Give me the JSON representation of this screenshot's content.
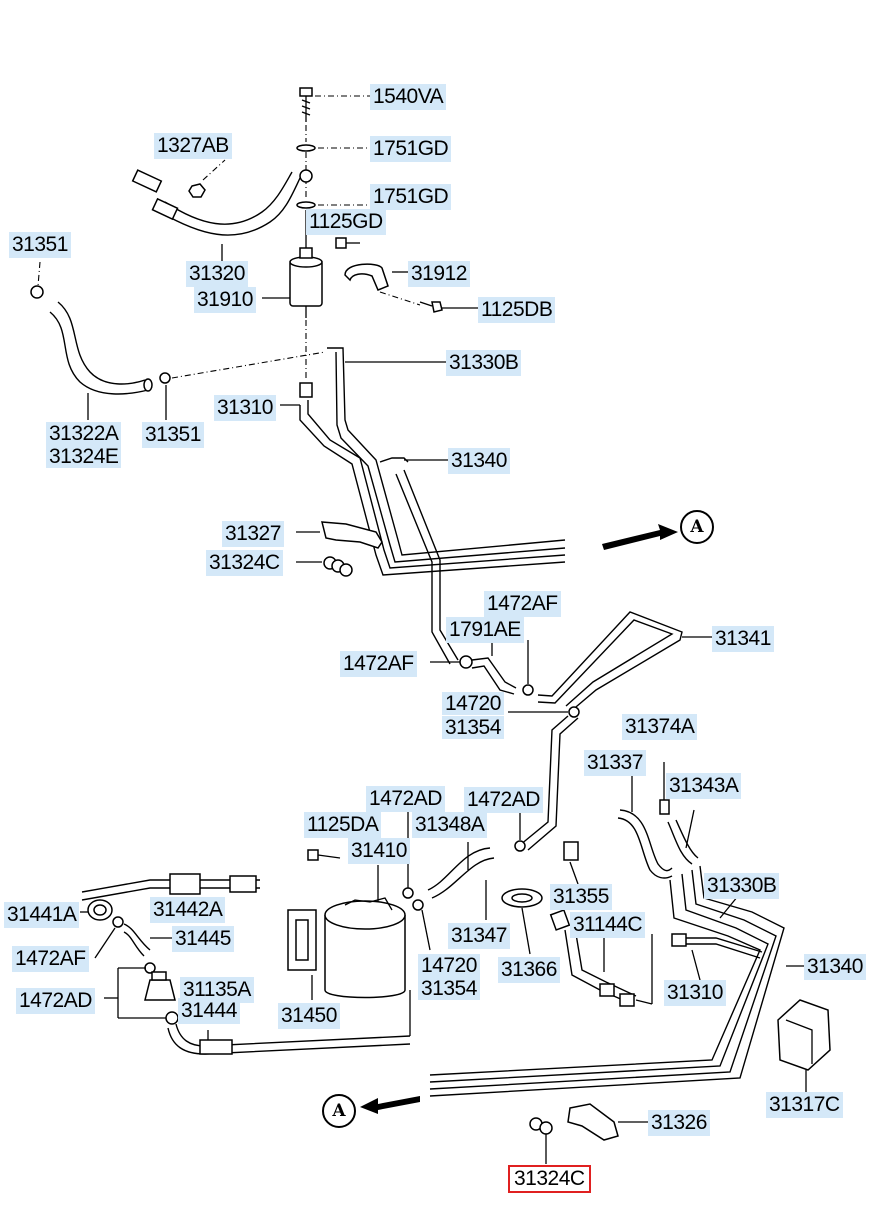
{
  "labels": {
    "p1540VA": "1540VA",
    "p1751GD_a": "1751GD",
    "p1751GD_b": "1751GD",
    "p1327AB": "1327AB",
    "p1125GD": "1125GD",
    "p31912": "31912",
    "p31320": "31320",
    "p31910": "31910",
    "p1125DB": "1125DB",
    "p31351_a": "31351",
    "p31330B_a": "31330B",
    "p31310_a": "31310",
    "p31322A": "31322A",
    "p31324E": "31324E",
    "p31351_b": "31351",
    "p31340_a": "31340",
    "p31327": "31327",
    "p31324C_a": "31324C",
    "p1472AF_a": "1472AF",
    "p1791AE": "1791AE",
    "p31341": "31341",
    "p1472AF_b": "1472AF",
    "p14720_a": "14720",
    "p31354_a": "31354",
    "p31374A": "31374A",
    "p31337": "31337",
    "p31343A": "31343A",
    "p1472AD_a": "1472AD",
    "p1472AD_b": "1472AD",
    "p1125DA": "1125DA",
    "p31348A": "31348A",
    "p31410": "31410",
    "p31355": "31355",
    "p31330B_b": "31330B",
    "p31441A": "31441A",
    "p31442A": "31442A",
    "p31144C": "31144C",
    "p31347": "31347",
    "p31445": "31445",
    "p1472AF_c": "1472AF",
    "p31366": "31366",
    "p14720_b": "14720",
    "p31310_b": "31310",
    "p31340_b": "31340",
    "p31354_b": "31354",
    "p31135A": "31135A",
    "p1472AD_c": "1472AD",
    "p31444": "31444",
    "p31450": "31450",
    "p31317C": "31317C",
    "p31326": "31326",
    "p31324C_b": "31324C"
  },
  "connectors": {
    "top": "A",
    "bottom": "A"
  },
  "highlight": {
    "part": "31324C",
    "color": "#e02020"
  }
}
